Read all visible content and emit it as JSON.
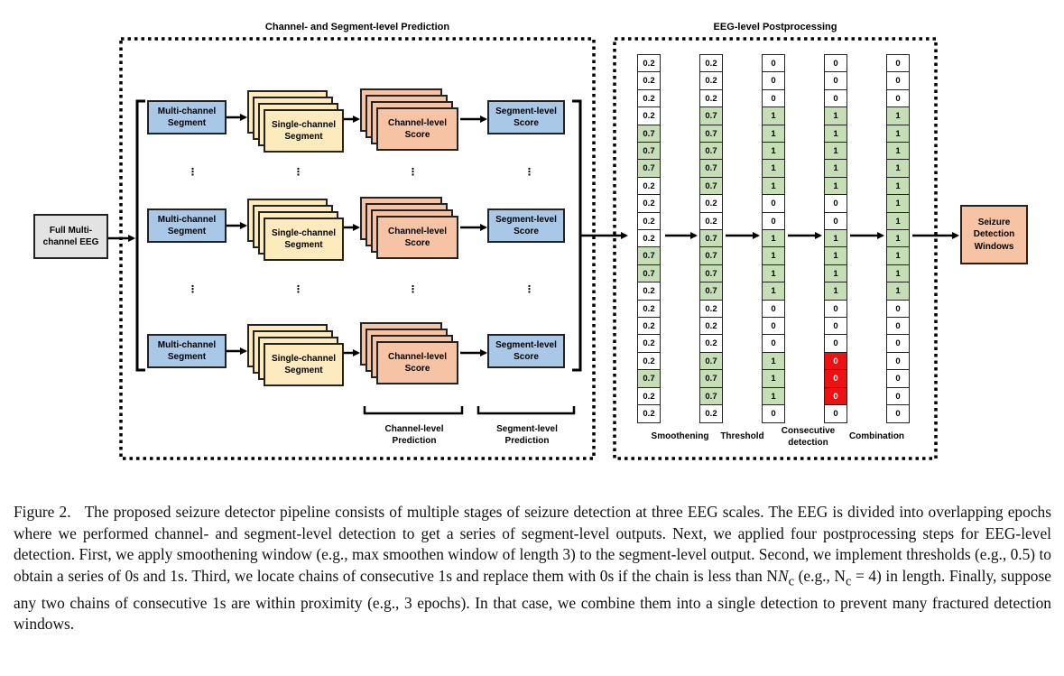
{
  "figure": {
    "section_left_title": "Channel- and Segment-level Prediction",
    "section_right_title": "EEG-level Postprocessing",
    "input_label": "Full Multi-channel EEG",
    "multichannel_label": "Multi-channel Segment",
    "singlechannel_label": "Single-channel Segment",
    "channel_score_label": "Channel-level Score",
    "segment_score_label": "Segment-level Score",
    "channel_prediction_label": "Channel-level Prediction",
    "segment_prediction_label": "Segment-level Prediction",
    "output_label": "Seizure Detection Windows",
    "ellipsis": "⋮",
    "columns": [
      {
        "name": "Smoothening",
        "values": [
          "0.2",
          "0.2",
          "0.2",
          "0.2",
          "0.7",
          "0.7",
          "0.7",
          "0.2",
          "0.2",
          "0.2",
          "0.2",
          "0.7",
          "0.7",
          "0.2",
          "0.2",
          "0.2",
          "0.2",
          "0.2",
          "0.7",
          "0.2",
          "0.2"
        ]
      },
      {
        "name": "Threshold",
        "values": [
          "0.2",
          "0.2",
          "0.2",
          "0.7",
          "0.7",
          "0.7",
          "0.7",
          "0.7",
          "0.2",
          "0.2",
          "0.7",
          "0.7",
          "0.7",
          "0.7",
          "0.2",
          "0.2",
          "0.2",
          "0.7",
          "0.7",
          "0.7",
          "0.2"
        ]
      },
      {
        "name": "Consecutive detection",
        "values": [
          "0",
          "0",
          "0",
          "1",
          "1",
          "1",
          "1",
          "1",
          "0",
          "0",
          "1",
          "1",
          "1",
          "1",
          "0",
          "0",
          "0",
          "1",
          "1",
          "1",
          "0"
        ]
      },
      {
        "name": "",
        "values": [
          "0",
          "0",
          "0",
          "1",
          "1",
          "1",
          "1",
          "1",
          "0",
          "0",
          "1",
          "1",
          "1",
          "1",
          "0",
          "0",
          "0",
          "0",
          "0",
          "0",
          "0"
        ],
        "removed_rows": [
          17,
          18,
          19
        ]
      },
      {
        "name": "Combination",
        "values": [
          "0",
          "0",
          "0",
          "1",
          "1",
          "1",
          "1",
          "1",
          "1",
          "1",
          "1",
          "1",
          "1",
          "1",
          "0",
          "0",
          "0",
          "0",
          "0",
          "0",
          "0"
        ]
      }
    ],
    "colors": {
      "segment_blue": "#a9c7e6",
      "single_channel_cream": "#fdebbe",
      "score_salmon": "#f6c3a4",
      "input_grey": "#e4e3e3",
      "active_green": "#c5deb5",
      "removed_red": "#ee1111"
    }
  },
  "caption": {
    "label": "Figure 2.",
    "text": "The proposed seizure detector pipeline consists of multiple stages of seizure detection at three EEG scales. The EEG is divided into overlapping epochs where we performed channel- and segment-level detection to get a series of segment-level outputs. Next, we applied four postprocessing steps for EEG-level detection. First, we apply smoothening window (e.g., max smoothen window of length 3) to the segment-level output. Second, we implement thresholds (e.g., 0.5) to obtain a series of 0s and 1s. Third, we locate chains of consecutive 1s and replace them with 0s if the chain is less than N",
    "sub": "c",
    "text2": " (e.g., N",
    "sub2": "c",
    "text3": " = 4) in length. Finally, suppose any two chains of consecutive 1s are within proximity (e.g., 3 epochs). In that case, we combine them into a single detection to prevent many fractured detection windows."
  }
}
